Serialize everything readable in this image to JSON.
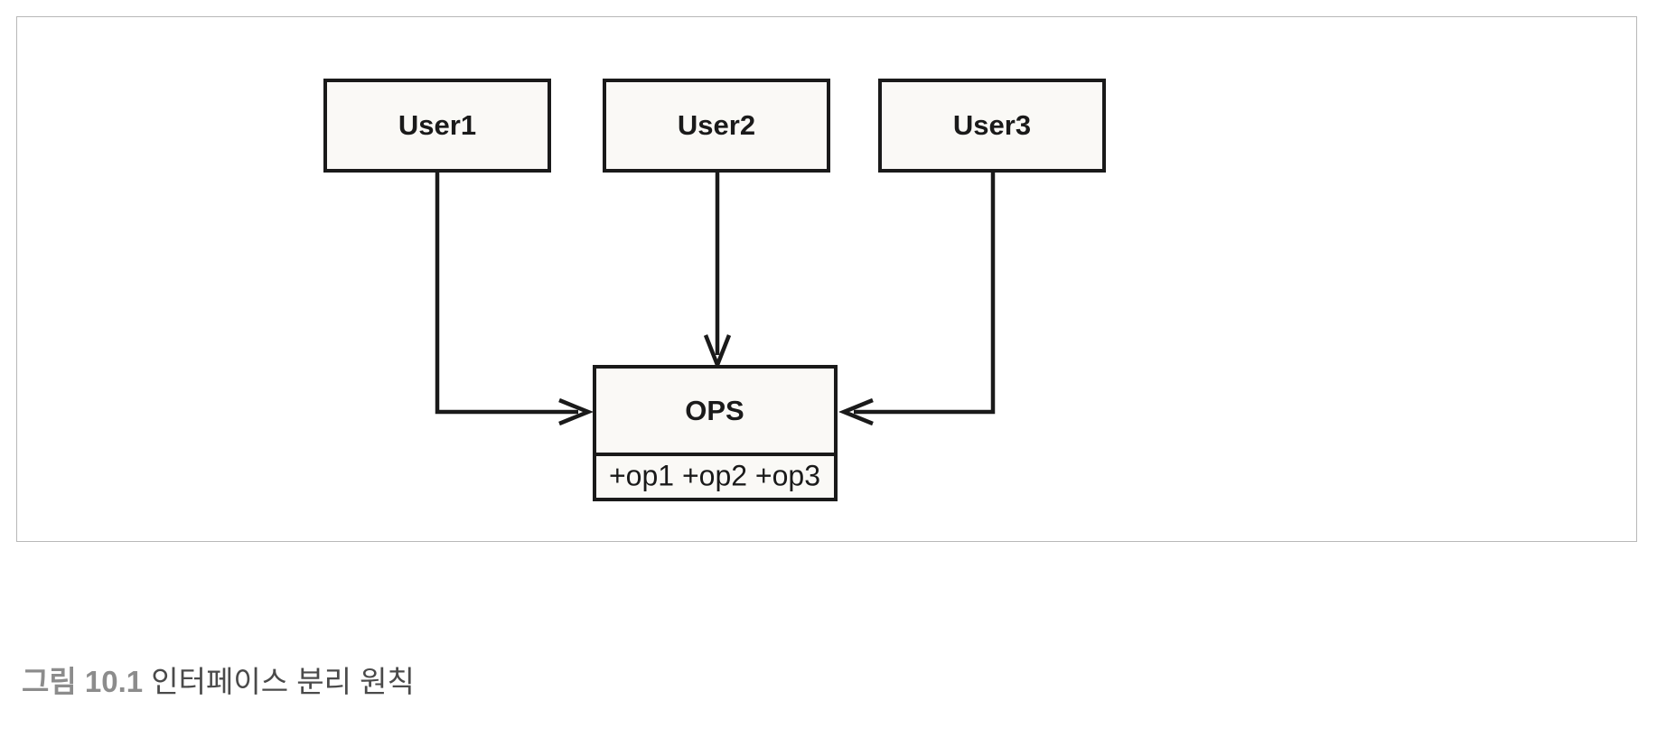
{
  "figure": {
    "caption_number": "그림 10.1",
    "caption_title": "인터페이스 분리 원칙",
    "frame_border_color": "#b8b8b8",
    "page_background": "#ffffff"
  },
  "diagram": {
    "type": "uml-class-diagram",
    "node_fill": "#faf9f6",
    "node_stroke": "#1a1a1a",
    "nodes": [
      {
        "id": "user1",
        "label": "User1"
      },
      {
        "id": "user2",
        "label": "User2"
      },
      {
        "id": "user3",
        "label": "User3"
      },
      {
        "id": "ops",
        "label": "OPS",
        "operations": "+op1 +op2 +op3"
      }
    ],
    "edges": [
      {
        "from": "User1",
        "to": "OPS",
        "arrow": "open",
        "direction": "right"
      },
      {
        "from": "User2",
        "to": "OPS",
        "arrow": "open",
        "direction": "down"
      },
      {
        "from": "User3",
        "to": "OPS",
        "arrow": "open",
        "direction": "left"
      }
    ]
  }
}
